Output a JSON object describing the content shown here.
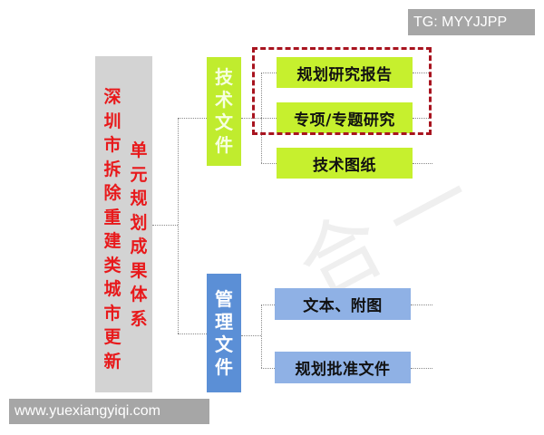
{
  "diagram": {
    "root": {
      "title_line1": "深圳市拆除重建类城市更新",
      "title_line2": "单元规划成果体系",
      "bg_color": "#d3d3d3",
      "text_color": "#e8191b"
    },
    "categories": [
      {
        "label": "技术文件",
        "color": "#c0ec2e",
        "items": [
          {
            "label": "规划研究报告",
            "highlighted": true
          },
          {
            "label": "专项/专题研究",
            "highlighted": true
          },
          {
            "label": "技术图纸",
            "highlighted": false
          }
        ]
      },
      {
        "label": "管理文件",
        "color": "#5b8fd6",
        "items": [
          {
            "label": "文本、附图"
          },
          {
            "label": "规划批准文件"
          }
        ]
      }
    ],
    "highlight_color": "#a8141f",
    "background_watermark": "合一"
  },
  "watermarks": {
    "top_right": "TG: MYYJJPP",
    "bottom_left": "www.yuexiangyiqi.com"
  }
}
